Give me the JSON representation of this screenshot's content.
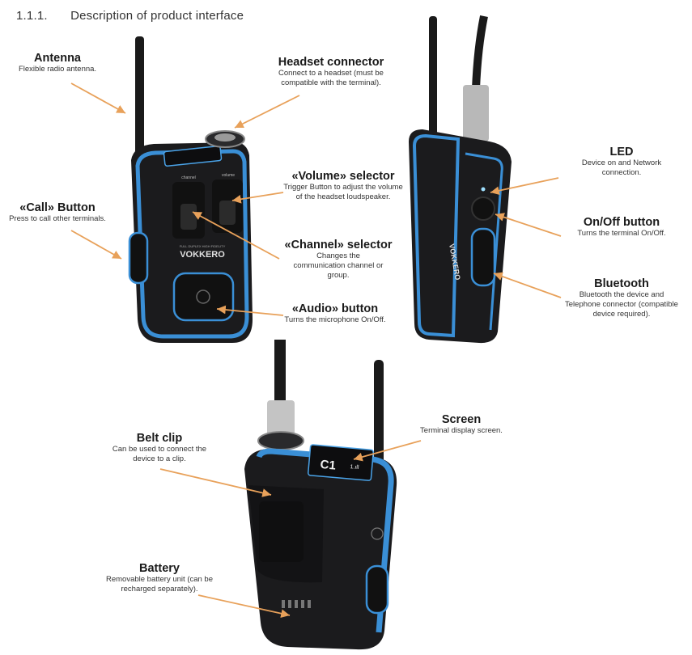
{
  "section": {
    "number": "1.1.1.",
    "title": "Description of product interface"
  },
  "brand": {
    "device_name": "VOKKERO",
    "device_subtitle": "FULL DUPLEX HIGH FIDELITY"
  },
  "device_text": {
    "knob_channel": "channel",
    "knob_volume": "volume",
    "screen_channel": "C1",
    "screen_signal": "1.ıll"
  },
  "labels": {
    "antenna": {
      "title": "Antenna",
      "desc": "Flexible radio antenna."
    },
    "headset": {
      "title": "Headset connector",
      "desc": "Connect to a headset (must be compatible with the terminal)."
    },
    "volume": {
      "title": "«Volume» selector",
      "desc": "Trigger Button to adjust the volume of the headset loudspeaker."
    },
    "call": {
      "title": "«Call» Button",
      "desc": "Press to call other terminals."
    },
    "channel": {
      "title": "«Channel» selector",
      "desc": "Changes the communication channel or group."
    },
    "audio": {
      "title": "«Audio» button",
      "desc": "Turns the microphone On/Off."
    },
    "led": {
      "title": "LED",
      "desc": "Device on and Network connection."
    },
    "onoff": {
      "title": "On/Off button",
      "desc": "Turns the terminal On/Off."
    },
    "bluetooth": {
      "title": "Bluetooth",
      "desc": "Bluetooth the device and Telephone connector (compatible device required)."
    },
    "screen": {
      "title": "Screen",
      "desc": "Terminal display screen."
    },
    "beltclip": {
      "title": "Belt clip",
      "desc": "Can be used to connect the device to a clip."
    },
    "battery": {
      "title": "Battery",
      "desc": "Removable battery unit (can be recharged separately)."
    }
  },
  "colors": {
    "accent_blue": "#3a8fd6",
    "arrow_orange": "#e8a15a",
    "device_body": "#1b1b1d"
  }
}
